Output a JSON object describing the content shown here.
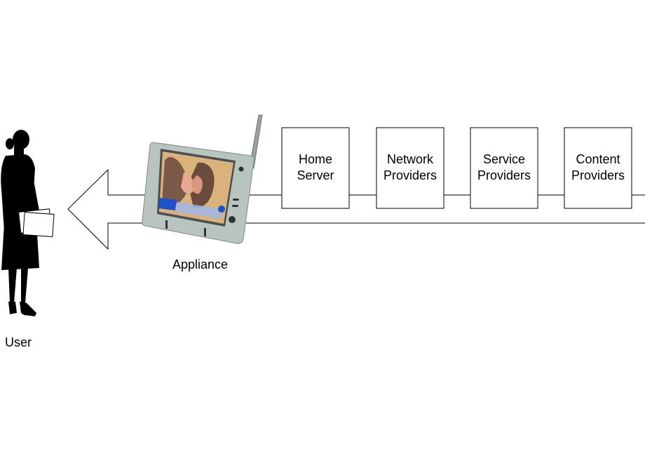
{
  "boxes": [
    {
      "line1": "Home",
      "line2": "Server"
    },
    {
      "line1": "Network",
      "line2": "Providers"
    },
    {
      "line1": "Service",
      "line2": "Providers"
    },
    {
      "line1": "Content",
      "line2": "Providers"
    }
  ],
  "labels": {
    "appliance": "Appliance",
    "user": "User"
  },
  "colors": {
    "line": "#000000",
    "box_fill": "#ffffff",
    "device_body": "#b9c4bf",
    "screen_blue": "#1f52c8"
  },
  "icons": {
    "user": "woman-silhouette-icon",
    "appliance": "tablet-device-icon",
    "flow": "left-arrow"
  }
}
